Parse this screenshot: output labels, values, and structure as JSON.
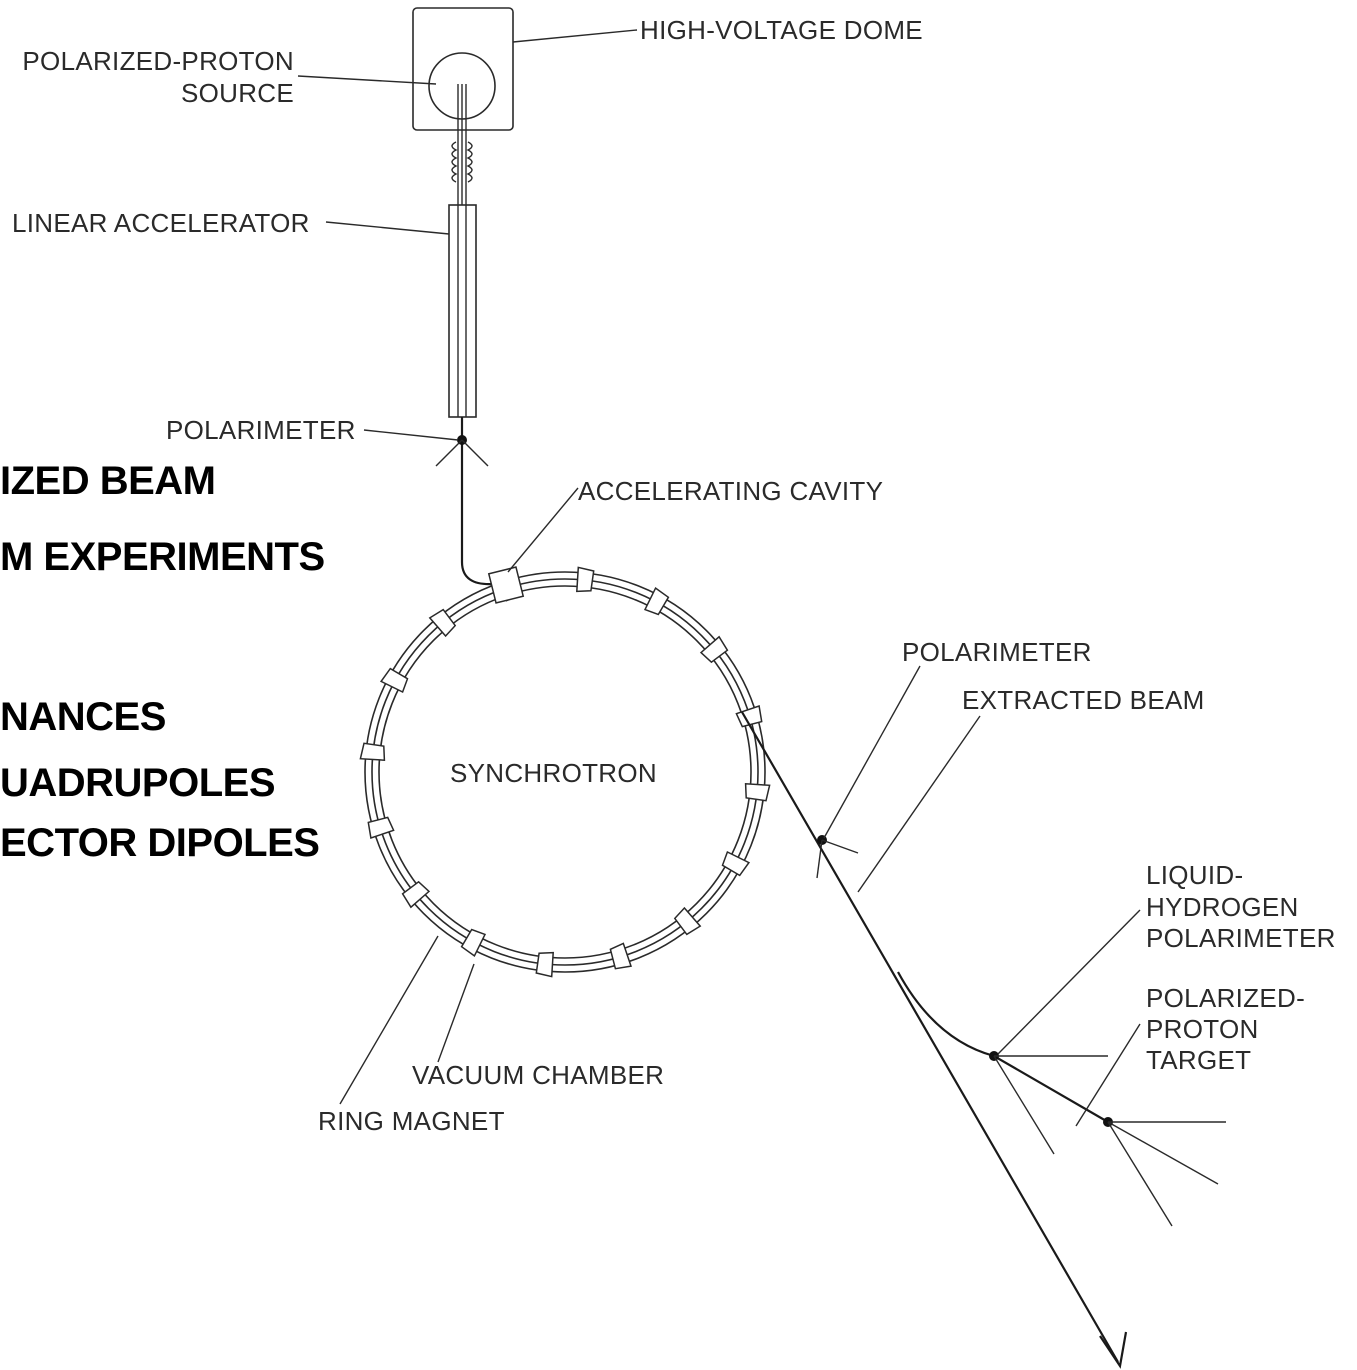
{
  "labels": {
    "high_voltage_dome": "HIGH-VOLTAGE DOME",
    "source_line1": "POLARIZED-PROTON",
    "source_line2": "SOURCE",
    "linear_accelerator": "LINEAR ACCELERATOR",
    "polarimeter_linac": "POLARIMETER",
    "accelerating_cavity": "ACCELERATING CAVITY",
    "synchrotron": "SYNCHROTRON",
    "polarimeter_extracted": "POLARIMETER",
    "extracted_beam": "EXTRACTED BEAM",
    "lh_line1": "LIQUID-",
    "lh_line2": "HYDROGEN",
    "lh_line3": "POLARIMETER",
    "target_line1": "POLARIZED-",
    "target_line2": "PROTON",
    "target_line3": "TARGET",
    "vacuum_chamber": "VACUUM CHAMBER",
    "ring_magnet": "RING MAGNET"
  },
  "overlay_text": [
    "IZED BEAM",
    "M EXPERIMENTS",
    "NANCES",
    "UADRUPOLES",
    "ECTOR DIPOLES"
  ],
  "colors": {
    "line": "#2a2a2a",
    "text": "#2a2a2a",
    "overlay_text": "#000000",
    "background": "#ffffff"
  }
}
